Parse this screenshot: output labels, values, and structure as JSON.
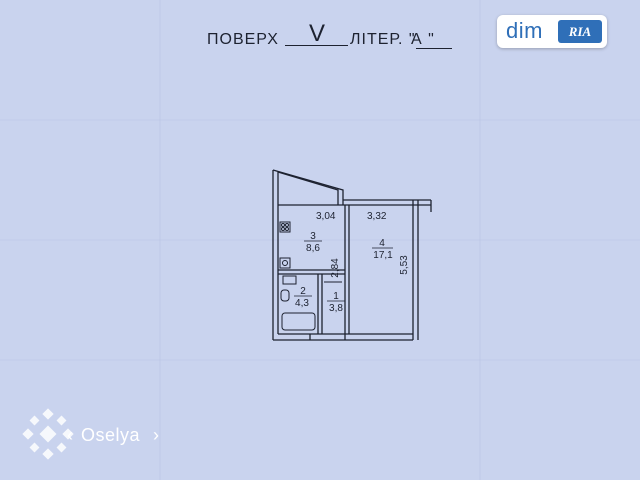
{
  "header": {
    "floor_label": "ПОВЕРХ",
    "floor_value": "V",
    "liter_label": "ЛІТЕР. \"",
    "liter_value": "А \""
  },
  "badge": {
    "dim": "dim",
    "ria": "RIA"
  },
  "watermark": {
    "brand": "Oselya",
    "chevron_left": "‹",
    "chevron_right": "›"
  },
  "rooms": [
    {
      "number": "1",
      "area": "3,8"
    },
    {
      "number": "2",
      "area": "4,3"
    },
    {
      "number": "3",
      "area": "8,6"
    },
    {
      "number": "4",
      "area": "17,1"
    }
  ],
  "dimensions": {
    "kitchen_width": "3,04",
    "living_width": "3,32",
    "kitchen_depth": "2,84",
    "living_depth": "5,53"
  },
  "colors": {
    "paper": "#c9d3ee",
    "ink": "#1d2230",
    "brand_blue": "#2f6fb8"
  }
}
